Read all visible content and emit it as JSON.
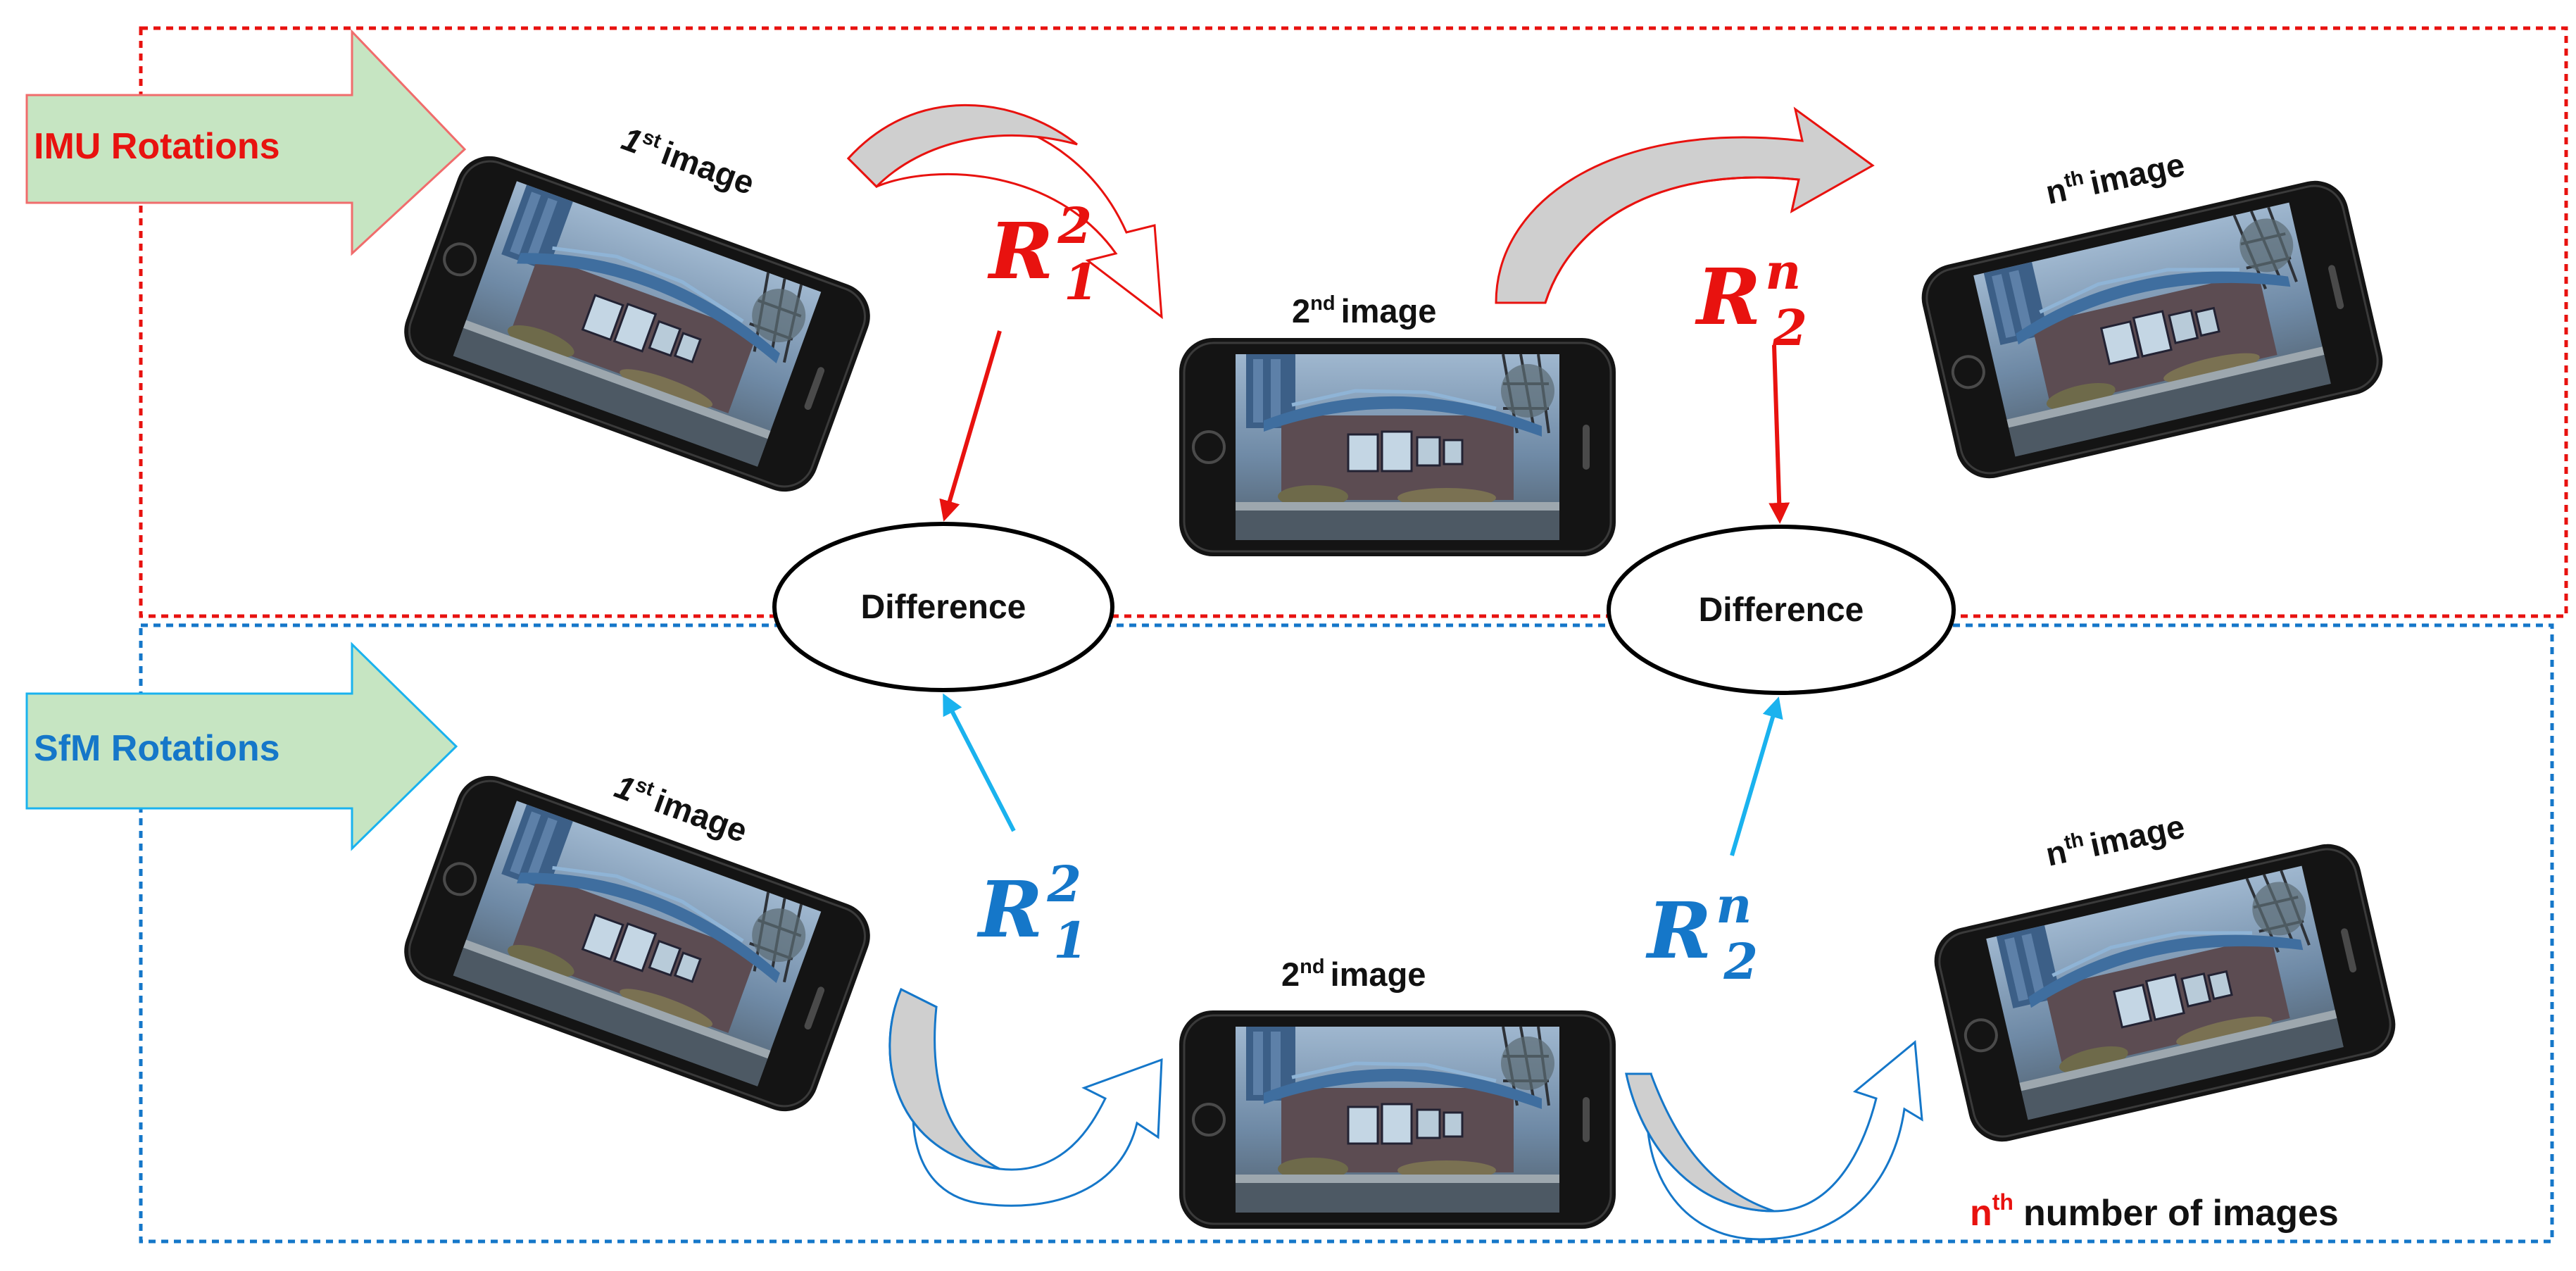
{
  "colors": {
    "imu_red": "#e8120f",
    "sfm_blue": "#1577c9",
    "sfm_arrow_cyan": "#1ab2ee",
    "panel_arrow_fill": "#c6e5c2",
    "curved_arrow_fill": "#cfcfcf"
  },
  "sections": {
    "imu": {
      "label": "IMU Rotations"
    },
    "sfm": {
      "label": "SfM Rotations"
    }
  },
  "nodes": {
    "imu_first": {
      "base": "1",
      "sup": "st",
      "word": "image"
    },
    "imu_second": {
      "base": "2",
      "sup": "nd",
      "word": "image"
    },
    "imu_nth": {
      "base": "n",
      "sup": "th",
      "word": "image"
    },
    "sfm_first": {
      "base": "1",
      "sup": "st",
      "word": "image"
    },
    "sfm_second": {
      "base": "2",
      "sup": "nd",
      "word": "image"
    },
    "sfm_nth": {
      "base": "n",
      "sup": "th",
      "word": "image"
    }
  },
  "difference": {
    "left": "Difference",
    "right": "Difference"
  },
  "rotations": {
    "imu_r12": {
      "base": "R",
      "sup": "2",
      "sub": "1"
    },
    "imu_r2n": {
      "base": "R",
      "sup": "n",
      "sub": "2"
    },
    "sfm_r12": {
      "base": "R",
      "sup": "2",
      "sub": "1"
    },
    "sfm_r2n": {
      "base": "R",
      "sup": "n",
      "sub": "2"
    }
  },
  "footer": {
    "n": "n",
    "sup": "th",
    "rest": "number of images"
  },
  "icons": {
    "phone": "smartphone-photo-icon",
    "curved_arrow": "curved-arrow-icon"
  }
}
